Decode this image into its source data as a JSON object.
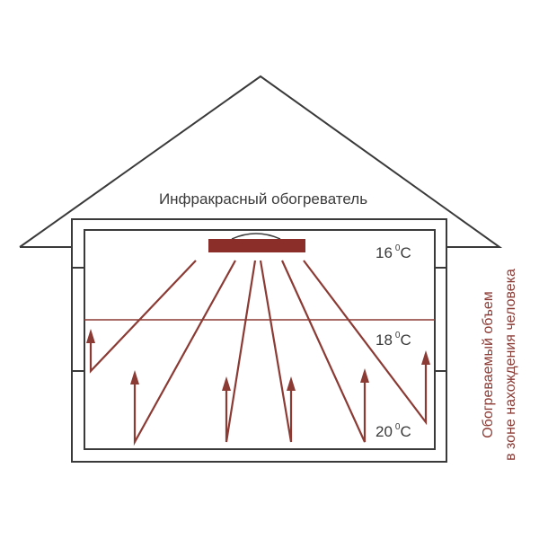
{
  "heater_label": "Инфракрасный обогреватель",
  "temperatures": {
    "top": {
      "value": "16",
      "degree": "0",
      "unit": "C"
    },
    "middle": {
      "value": "18",
      "degree": "0",
      "unit": "C"
    },
    "bottom": {
      "value": "20",
      "degree": "0",
      "unit": "C"
    }
  },
  "side_label": {
    "line1": "Обогреваемый объем",
    "line2": "в зоне нахождения человека"
  },
  "colors": {
    "outline": "#3a3a3a",
    "ray": "#8b3a34",
    "heater": "#8b2e2a",
    "text": "#3a3a3a",
    "side_text": "#8b3a34"
  }
}
